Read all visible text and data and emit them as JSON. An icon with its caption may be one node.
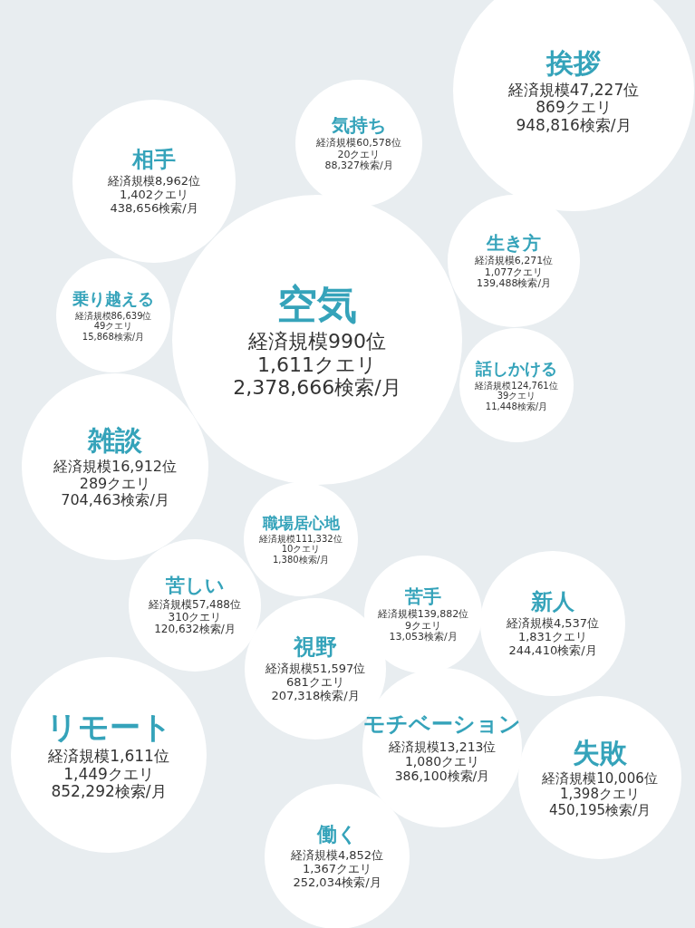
{
  "diagram": {
    "nodes": [
      {
        "text": [
          "挨拶",
          "経済規模47,227位",
          "869クエリ",
          "948,816検索/月"
        ]
      },
      {
        "text": [
          "気持ち",
          "経済規模60,578位",
          "20クエリ",
          "88,327検索/月"
        ]
      },
      {
        "text": [
          "相手",
          "経済規模8,962位",
          "1,402クエリ",
          "438,656検索/月"
        ]
      },
      {
        "text": [
          "生き方",
          "経済規模6,271位",
          "1,077クエリ",
          "139,488検索/月"
        ]
      },
      {
        "text": [
          "乗り越える",
          "経済規模86,639位",
          "49クエリ",
          "15,868検索/月"
        ]
      },
      {
        "text": [
          "空気",
          "経済規模990位",
          "1,611クエリ",
          "2,378,666検索/月"
        ]
      },
      {
        "text": [
          "話しかける",
          "経済規模124,761位",
          "39クエリ",
          "11,448検索/月"
        ]
      },
      {
        "text": [
          "雑談",
          "経済規模16,912位",
          "289クエリ",
          "704,463検索/月"
        ]
      },
      {
        "text": [
          "職場居心地",
          "経済規模111,332位",
          "10クエリ",
          "1,380検索/月"
        ]
      },
      {
        "text": [
          "苦しい",
          "経済規模57,488位",
          "310クエリ",
          "120,632検索/月"
        ]
      },
      {
        "text": [
          "苦手",
          "経済規模139,882位",
          "9クエリ",
          "13,053検索/月"
        ]
      },
      {
        "text": [
          "新人",
          "経済規模4,537位",
          "1,831クエリ",
          "244,410検索/月"
        ]
      },
      {
        "text": [
          "視野",
          "経済規模51,597位",
          "681クエリ",
          "207,318検索/月"
        ]
      },
      {
        "text": [
          "リモート",
          "経済規模1,611位",
          "1,449クエリ",
          "852,292検索/月"
        ]
      },
      {
        "text": [
          "モチベーション",
          "経済規模13,213位",
          "1,080クエリ",
          "386,100検索/月"
        ]
      },
      {
        "text": [
          "失敗",
          "経済規模10,006位",
          "1,398クエリ",
          "450,195検索/月"
        ]
      },
      {
        "text": [
          "働く",
          "経済規模4,852位",
          "1,367クエリ",
          "252,034検索/月"
        ]
      }
    ]
  }
}
